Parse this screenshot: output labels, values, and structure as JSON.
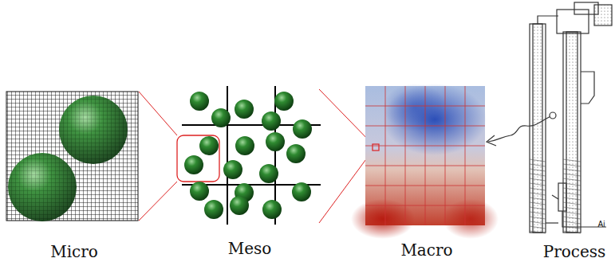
{
  "diagram": {
    "labels": [
      "Micro",
      "Meso",
      "Macro",
      "Process",
      "Ai"
    ]
  }
}
